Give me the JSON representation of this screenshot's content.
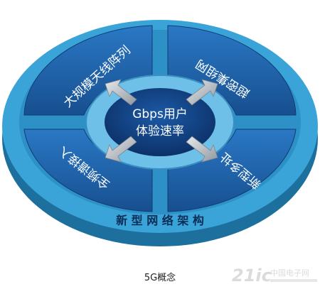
{
  "diagram": {
    "center_line1": "Gbps用户",
    "center_line2": "体验速率",
    "seg_top_left": "大规模天线阵列",
    "seg_top_right": "超密集组网",
    "seg_bottom_left": "全频谱接入",
    "seg_bottom_right": "新型多址",
    "outer_ring": "新 型 网 络 架 构"
  },
  "caption": "5G概念",
  "watermark": "21ic中国电子网",
  "colors": {
    "ring": "#3aa4d8",
    "ring_dark": "#1d6f9e",
    "segment": "#1f62ac",
    "segment_dark": "#164b87",
    "center": "#0f3e7e",
    "inner_ring": "#6fc0e8",
    "arrow": "#bfc6cc"
  }
}
